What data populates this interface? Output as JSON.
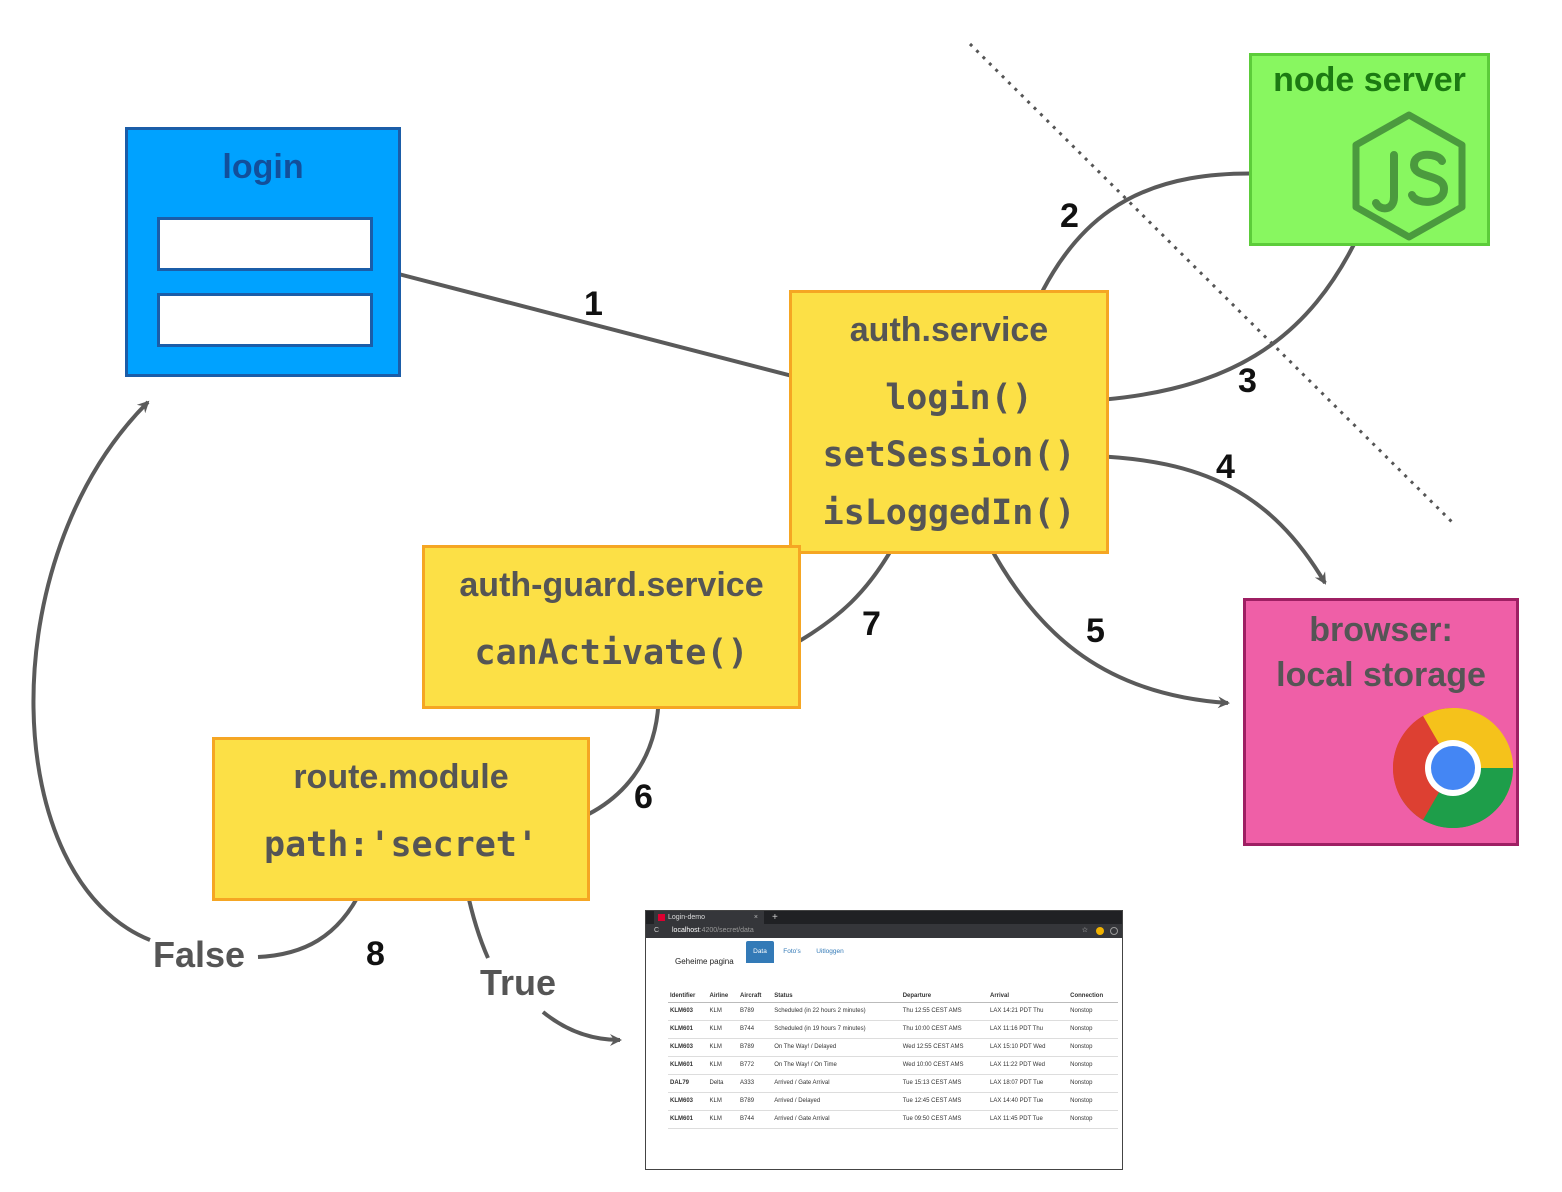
{
  "login": {
    "title": "login"
  },
  "auth_service": {
    "title": "auth.service",
    "methods": [
      "login()",
      "setSession()",
      "isLoggedIn()"
    ]
  },
  "auth_guard": {
    "title": "auth-guard.service",
    "method": "canActivate()"
  },
  "route_module": {
    "title": "route.module",
    "path": "path:'secret'"
  },
  "node_server": {
    "title": "node server",
    "logo": "nodejs-logo"
  },
  "browser": {
    "title_line1": "browser:",
    "title_line2": "local storage",
    "logo": "chrome-logo"
  },
  "steps": [
    "1",
    "2",
    "3",
    "4",
    "5",
    "6",
    "7",
    "8"
  ],
  "branches": {
    "false_label": "False",
    "true_label": "True"
  },
  "colors": {
    "login": "#00a2ff",
    "service": "#fce046",
    "node": "#88f760",
    "browser": "#ef5fa7",
    "arrow": "#5a5a5a"
  },
  "screenshot": {
    "tab_title": "Login-demo",
    "url_host": "localhost",
    "url_path": ":4200/secret/data",
    "page_title": "Geheime pagina",
    "nav": [
      "Data",
      "Foto's",
      "Uitloggen"
    ],
    "columns": [
      "Identifier",
      "Airline",
      "Aircraft",
      "Status",
      "Departure",
      "Arrival",
      "Connection"
    ],
    "rows": [
      [
        "KLM603",
        "KLM",
        "B789",
        "Scheduled (in 22 hours 2 minutes)",
        "Thu 12:55 CEST AMS",
        "LAX 14:21 PDT Thu",
        "Nonstop"
      ],
      [
        "KLM601",
        "KLM",
        "B744",
        "Scheduled (in 19 hours 7 minutes)",
        "Thu 10:00 CEST AMS",
        "LAX 11:16 PDT Thu",
        "Nonstop"
      ],
      [
        "KLM603",
        "KLM",
        "B789",
        "On The Way! / Delayed",
        "Wed 12:55 CEST AMS",
        "LAX 15:10 PDT Wed",
        "Nonstop"
      ],
      [
        "KLM601",
        "KLM",
        "B772",
        "On The Way! / On Time",
        "Wed 10:00 CEST AMS",
        "LAX 11:22 PDT Wed",
        "Nonstop"
      ],
      [
        "DAL79",
        "Delta",
        "A333",
        "Arrived / Gate Arrival",
        "Tue 15:13 CEST AMS",
        "LAX 18:07 PDT Tue",
        "Nonstop"
      ],
      [
        "KLM603",
        "KLM",
        "B789",
        "Arrived / Delayed",
        "Tue 12:45 CEST AMS",
        "LAX 14:40 PDT Tue",
        "Nonstop"
      ],
      [
        "KLM601",
        "KLM",
        "B744",
        "Arrived / Gate Arrival",
        "Tue 09:50 CEST AMS",
        "LAX 11:45 PDT Tue",
        "Nonstop"
      ]
    ]
  }
}
